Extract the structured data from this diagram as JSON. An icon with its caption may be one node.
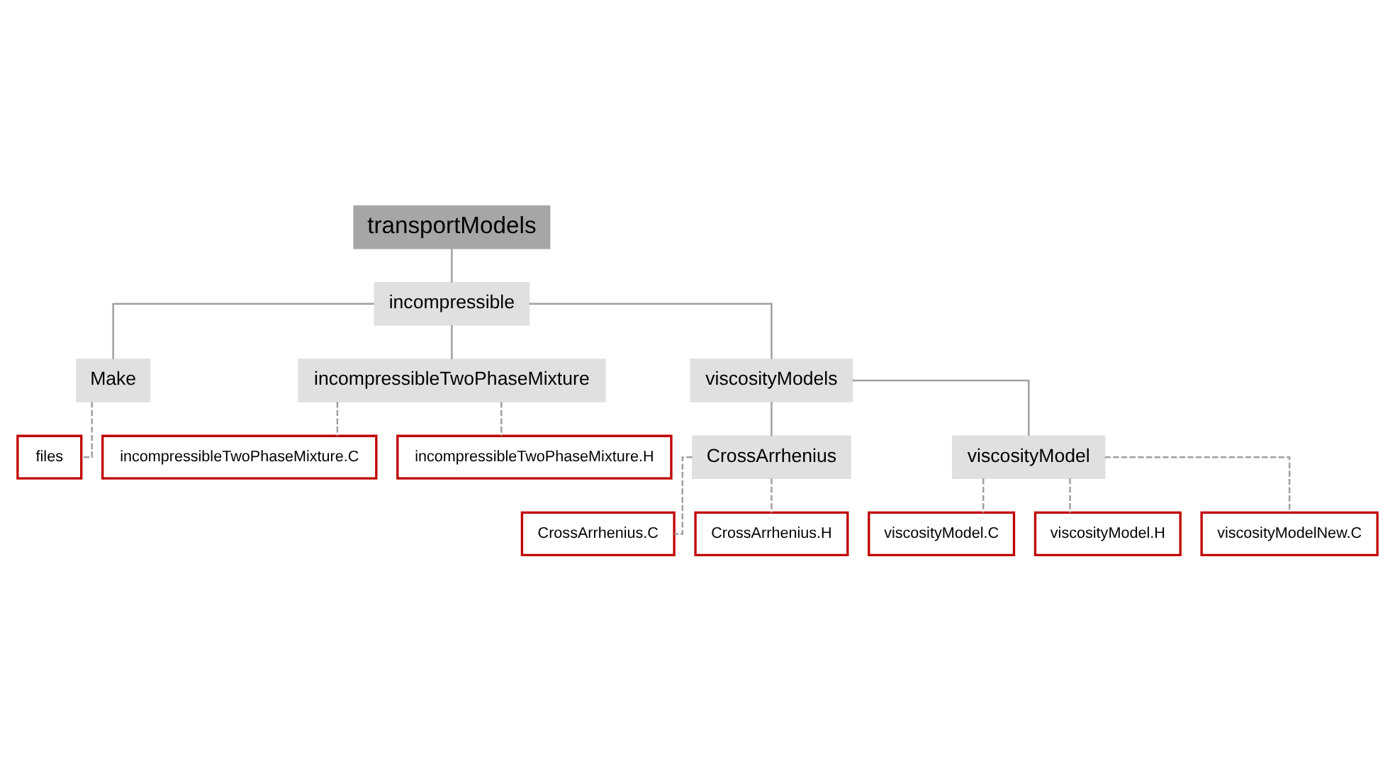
{
  "diagram": {
    "nodes": [
      {
        "text": [
          "transportModels"
        ]
      },
      {
        "text": [
          "incompressible"
        ]
      },
      {
        "text": [
          "Make"
        ]
      },
      {
        "text": [
          "incompressibleTwoPhaseMixture"
        ]
      },
      {
        "text": [
          "viscosityModels"
        ]
      },
      {
        "text": [
          "files"
        ]
      },
      {
        "text": [
          "incompressibleTwoPhaseMixture.C"
        ]
      },
      {
        "text": [
          "incompressibleTwoPhaseMixture.H"
        ]
      },
      {
        "text": [
          "CrossArrhenius"
        ]
      },
      {
        "text": [
          "viscosityModel"
        ]
      },
      {
        "text": [
          "CrossArrhenius.C"
        ]
      },
      {
        "text": [
          "CrossArrhenius.H"
        ]
      },
      {
        "text": [
          "viscosityModel.C"
        ]
      },
      {
        "text": [
          "viscosityModel.H"
        ]
      },
      {
        "text": [
          "viscosityModelNew.C"
        ]
      }
    ],
    "edges": [
      {
        "from": 0,
        "to": 1,
        "arrow": "none"
      },
      {
        "from": 1,
        "to": 2,
        "arrow": "none"
      },
      {
        "from": 1,
        "to": 3,
        "arrow": "none"
      },
      {
        "from": 1,
        "to": 4,
        "arrow": "none"
      },
      {
        "from": 2,
        "to": 5,
        "arrow": "none",
        "style": "dashed"
      },
      {
        "from": 3,
        "to": 6,
        "arrow": "none",
        "style": "dashed"
      },
      {
        "from": 3,
        "to": 7,
        "arrow": "none",
        "style": "dashed"
      },
      {
        "from": 4,
        "to": 8,
        "arrow": "none"
      },
      {
        "from": 4,
        "to": 9,
        "arrow": "none"
      },
      {
        "from": 8,
        "to": 10,
        "arrow": "none",
        "style": "dashed"
      },
      {
        "from": 8,
        "to": 11,
        "arrow": "none",
        "style": "dashed"
      },
      {
        "from": 9,
        "to": 12,
        "arrow": "none",
        "style": "dashed"
      },
      {
        "from": 9,
        "to": 13,
        "arrow": "none",
        "style": "dashed"
      },
      {
        "from": 9,
        "to": 14,
        "arrow": "none",
        "style": "dashed"
      }
    ]
  }
}
